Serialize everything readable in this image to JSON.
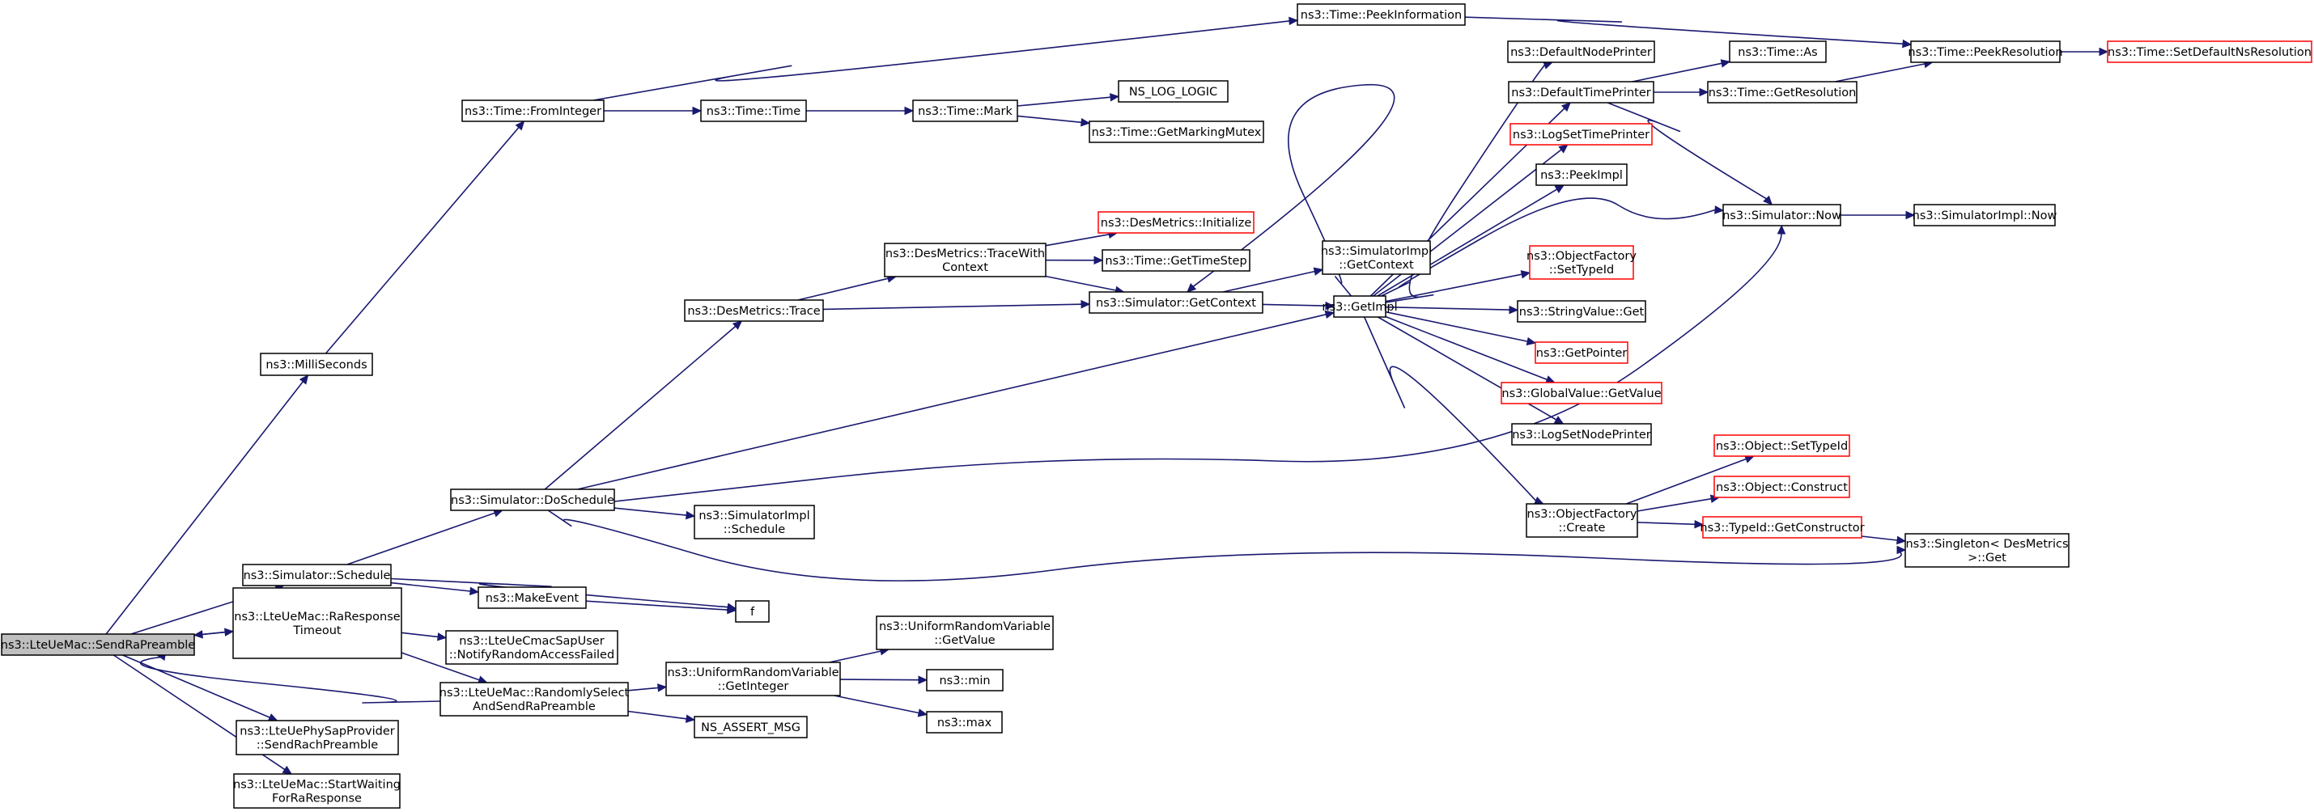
{
  "title": "",
  "nodes": [
    {
      "id": "n_send",
      "label": [
        "ns3::LteUeMac::SendRaPreamble"
      ],
      "kind": "root"
    },
    {
      "id": "n_milli",
      "label": [
        "ns3::MilliSeconds"
      ],
      "kind": "normal"
    },
    {
      "id": "n_simsched",
      "label": [
        "ns3::Simulator::Schedule"
      ],
      "kind": "normal"
    },
    {
      "id": "n_raresp",
      "label": [
        "ns3::LteUeMac::RaResponse",
        "Timeout"
      ],
      "kind": "normal"
    },
    {
      "id": "n_phy",
      "label": [
        "ns3::LteUePhySapProvider",
        "::SendRachPreamble"
      ],
      "kind": "normal"
    },
    {
      "id": "n_startwait",
      "label": [
        "ns3::LteUeMac::StartWaiting",
        "ForRaResponse"
      ],
      "kind": "normal"
    },
    {
      "id": "n_fromint",
      "label": [
        "ns3::Time::FromInteger"
      ],
      "kind": "normal"
    },
    {
      "id": "n_dosched",
      "label": [
        "ns3::Simulator::DoSchedule"
      ],
      "kind": "normal"
    },
    {
      "id": "n_makeevent",
      "label": [
        "ns3::MakeEvent"
      ],
      "kind": "normal"
    },
    {
      "id": "n_f",
      "label": [
        "f"
      ],
      "kind": "normal"
    },
    {
      "id": "n_notify",
      "label": [
        "ns3::LteUeCmacSapUser",
        "::NotifyRandomAccessFailed"
      ],
      "kind": "normal"
    },
    {
      "id": "n_randsel",
      "label": [
        "ns3::LteUeMac::RandomlySelect",
        "AndSendRaPreamble"
      ],
      "kind": "normal"
    },
    {
      "id": "n_peekinfo",
      "label": [
        "ns3::Time::PeekInformation"
      ],
      "kind": "normal"
    },
    {
      "id": "n_timetime",
      "label": [
        "ns3::Time::Time"
      ],
      "kind": "normal"
    },
    {
      "id": "n_mark",
      "label": [
        "ns3::Time::Mark"
      ],
      "kind": "normal"
    },
    {
      "id": "n_loglogic",
      "label": [
        "NS_LOG_LOGIC"
      ],
      "kind": "normal"
    },
    {
      "id": "n_mutex",
      "label": [
        "ns3::Time::GetMarkingMutex"
      ],
      "kind": "normal"
    },
    {
      "id": "n_destrace",
      "label": [
        "ns3::DesMetrics::Trace"
      ],
      "kind": "normal"
    },
    {
      "id": "n_tracewith",
      "label": [
        "ns3::DesMetrics::TraceWith",
        "Context"
      ],
      "kind": "normal"
    },
    {
      "id": "n_desinit",
      "label": [
        "ns3::DesMetrics::Initialize"
      ],
      "kind": "partial"
    },
    {
      "id": "n_timestep",
      "label": [
        "ns3::Time::GetTimeStep"
      ],
      "kind": "normal"
    },
    {
      "id": "n_simgetctx",
      "label": [
        "ns3::Simulator::GetContext"
      ],
      "kind": "normal"
    },
    {
      "id": "n_implgetctx",
      "label": [
        "ns3::SimulatorImpl",
        "::GetContext"
      ],
      "kind": "normal"
    },
    {
      "id": "n_getimpl",
      "label": [
        "ns3::GetImpl"
      ],
      "kind": "normal"
    },
    {
      "id": "n_implsched",
      "label": [
        "ns3::SimulatorImpl",
        "::Schedule"
      ],
      "kind": "normal"
    },
    {
      "id": "n_uniget",
      "label": [
        "ns3::UniformRandomVariable",
        "::GetValue"
      ],
      "kind": "normal"
    },
    {
      "id": "n_unigetint",
      "label": [
        "ns3::UniformRandomVariable",
        "::GetInteger"
      ],
      "kind": "normal"
    },
    {
      "id": "n_min",
      "label": [
        "ns3::min"
      ],
      "kind": "normal"
    },
    {
      "id": "n_max",
      "label": [
        "ns3::max"
      ],
      "kind": "normal"
    },
    {
      "id": "n_assert",
      "label": [
        "NS_ASSERT_MSG"
      ],
      "kind": "normal"
    },
    {
      "id": "n_defnode",
      "label": [
        "ns3::DefaultNodePrinter"
      ],
      "kind": "normal"
    },
    {
      "id": "n_deftime",
      "label": [
        "ns3::DefaultTimePrinter"
      ],
      "kind": "normal"
    },
    {
      "id": "n_logsettime",
      "label": [
        "ns3::LogSetTimePrinter"
      ],
      "kind": "partial"
    },
    {
      "id": "n_peekimpl",
      "label": [
        "ns3::PeekImpl"
      ],
      "kind": "normal"
    },
    {
      "id": "n_ofsettype",
      "label": [
        "ns3::ObjectFactory",
        "::SetTypeId"
      ],
      "kind": "partial"
    },
    {
      "id": "n_strget",
      "label": [
        "ns3::StringValue::Get"
      ],
      "kind": "normal"
    },
    {
      "id": "n_getptr",
      "label": [
        "ns3::GetPointer"
      ],
      "kind": "partial"
    },
    {
      "id": "n_gvget",
      "label": [
        "ns3::GlobalValue::GetValue"
      ],
      "kind": "partial"
    },
    {
      "id": "n_logsetnode",
      "label": [
        "ns3::LogSetNodePrinter"
      ],
      "kind": "normal"
    },
    {
      "id": "n_ofcreate",
      "label": [
        "ns3::ObjectFactory",
        "::Create"
      ],
      "kind": "normal"
    },
    {
      "id": "n_timeas",
      "label": [
        "ns3::Time::As"
      ],
      "kind": "normal"
    },
    {
      "id": "n_getres",
      "label": [
        "ns3::Time::GetResolution"
      ],
      "kind": "normal"
    },
    {
      "id": "n_simnow",
      "label": [
        "ns3::Simulator::Now"
      ],
      "kind": "normal"
    },
    {
      "id": "n_objsettype",
      "label": [
        "ns3::Object::SetTypeId"
      ],
      "kind": "partial"
    },
    {
      "id": "n_objconstruct",
      "label": [
        "ns3::Object::Construct"
      ],
      "kind": "partial"
    },
    {
      "id": "n_getctor",
      "label": [
        "ns3::TypeId::GetConstructor"
      ],
      "kind": "partial"
    },
    {
      "id": "n_peekres",
      "label": [
        "ns3::Time::PeekResolution"
      ],
      "kind": "normal"
    },
    {
      "id": "n_setdefns",
      "label": [
        "ns3::Time::SetDefaultNsResolution"
      ],
      "kind": "partial"
    },
    {
      "id": "n_implnow",
      "label": [
        "ns3::SimulatorImpl::Now"
      ],
      "kind": "normal"
    },
    {
      "id": "n_singleton",
      "label": [
        "ns3::Singleton< DesMetrics",
        " >::Get"
      ],
      "kind": "normal"
    }
  ],
  "edges": [
    {
      "from": "n_send",
      "to": "n_milli"
    },
    {
      "from": "n_send",
      "to": "n_simsched"
    },
    {
      "from": "n_send",
      "to": "n_raresp"
    },
    {
      "from": "n_raresp",
      "to": "n_send"
    },
    {
      "from": "n_send",
      "to": "n_phy"
    },
    {
      "from": "n_send",
      "to": "n_startwait"
    },
    {
      "from": "n_randsel",
      "to": "n_send"
    },
    {
      "from": "n_milli",
      "to": "n_fromint"
    },
    {
      "from": "n_simsched",
      "to": "n_dosched"
    },
    {
      "from": "n_simsched",
      "to": "n_makeevent"
    },
    {
      "from": "n_simsched",
      "to": "n_f"
    },
    {
      "from": "n_makeevent",
      "to": "n_f"
    },
    {
      "from": "n_raresp",
      "to": "n_notify"
    },
    {
      "from": "n_raresp",
      "to": "n_randsel"
    },
    {
      "from": "n_randsel",
      "to": "n_unigetint"
    },
    {
      "from": "n_randsel",
      "to": "n_assert"
    },
    {
      "from": "n_fromint",
      "to": "n_peekinfo"
    },
    {
      "from": "n_fromint",
      "to": "n_timetime"
    },
    {
      "from": "n_timetime",
      "to": "n_mark"
    },
    {
      "from": "n_mark",
      "to": "n_loglogic"
    },
    {
      "from": "n_mark",
      "to": "n_mutex"
    },
    {
      "from": "n_peekinfo",
      "to": "n_peekres"
    },
    {
      "from": "n_dosched",
      "to": "n_destrace"
    },
    {
      "from": "n_dosched",
      "to": "n_getimpl"
    },
    {
      "from": "n_dosched",
      "to": "n_implsched"
    },
    {
      "from": "n_dosched",
      "to": "n_simnow"
    },
    {
      "from": "n_dosched",
      "to": "n_singleton"
    },
    {
      "from": "n_destrace",
      "to": "n_tracewith"
    },
    {
      "from": "n_destrace",
      "to": "n_simgetctx"
    },
    {
      "from": "n_tracewith",
      "to": "n_desinit"
    },
    {
      "from": "n_tracewith",
      "to": "n_timestep"
    },
    {
      "from": "n_tracewith",
      "to": "n_simgetctx"
    },
    {
      "from": "n_simgetctx",
      "to": "n_implgetctx"
    },
    {
      "from": "n_simgetctx",
      "to": "n_getimpl"
    },
    {
      "from": "n_getimpl",
      "to": "n_simgetctx"
    },
    {
      "from": "n_getimpl",
      "to": "n_defnode"
    },
    {
      "from": "n_getimpl",
      "to": "n_deftime"
    },
    {
      "from": "n_getimpl",
      "to": "n_logsettime"
    },
    {
      "from": "n_getimpl",
      "to": "n_peekimpl"
    },
    {
      "from": "n_getimpl",
      "to": "n_ofsettype"
    },
    {
      "from": "n_getimpl",
      "to": "n_strget"
    },
    {
      "from": "n_getimpl",
      "to": "n_getptr"
    },
    {
      "from": "n_getimpl",
      "to": "n_gvget"
    },
    {
      "from": "n_getimpl",
      "to": "n_logsetnode"
    },
    {
      "from": "n_getimpl",
      "to": "n_ofcreate"
    },
    {
      "from": "n_getimpl",
      "to": "n_simnow"
    },
    {
      "from": "n_unigetint",
      "to": "n_uniget"
    },
    {
      "from": "n_unigetint",
      "to": "n_min"
    },
    {
      "from": "n_unigetint",
      "to": "n_max"
    },
    {
      "from": "n_deftime",
      "to": "n_timeas"
    },
    {
      "from": "n_deftime",
      "to": "n_getres"
    },
    {
      "from": "n_deftime",
      "to": "n_simnow"
    },
    {
      "from": "n_getres",
      "to": "n_peekres"
    },
    {
      "from": "n_simnow",
      "to": "n_implnow"
    },
    {
      "from": "n_peekres",
      "to": "n_setdefns"
    },
    {
      "from": "n_ofcreate",
      "to": "n_objsettype"
    },
    {
      "from": "n_ofcreate",
      "to": "n_objconstruct"
    },
    {
      "from": "n_ofcreate",
      "to": "n_getctor"
    },
    {
      "from": "n_getctor",
      "to": "n_singleton"
    }
  ]
}
